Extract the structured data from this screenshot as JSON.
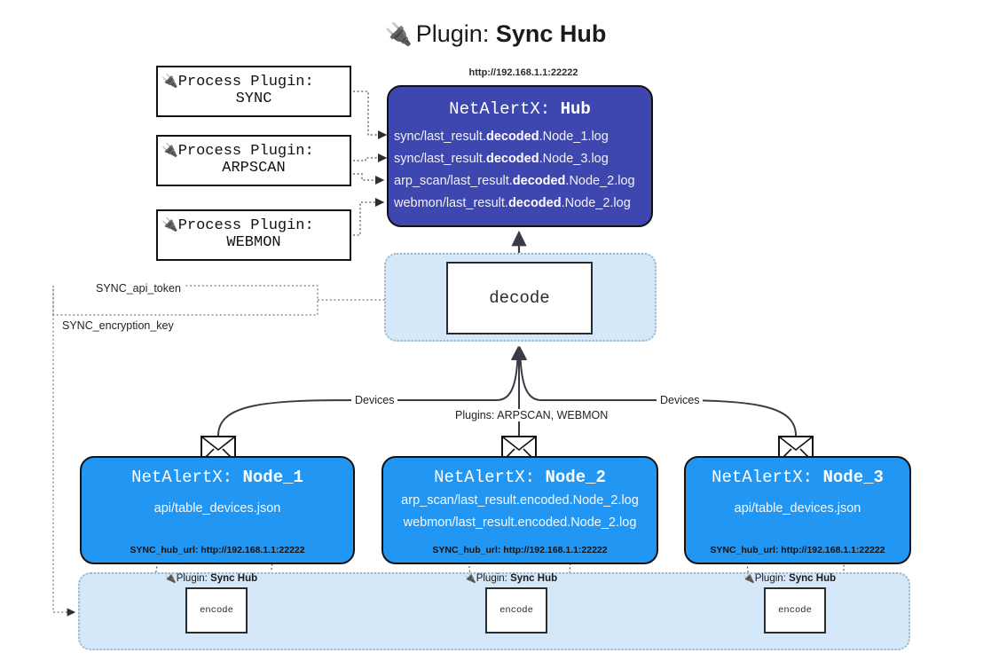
{
  "page": {
    "title_prefix": "Plugin:",
    "title_strong": "Sync Hub",
    "plug_icon": "plug-icon"
  },
  "process_plugins": [
    {
      "line1": "Process Plugin:",
      "line2": "SYNC"
    },
    {
      "line1": "Process Plugin:",
      "line2": "ARPSCAN"
    },
    {
      "line1": "Process Plugin:",
      "line2": "WEBMON"
    }
  ],
  "hub": {
    "url": "http://192.168.1.1:22222",
    "title_prefix": "NetAlertX:",
    "title_strong": "Hub",
    "logs": [
      {
        "pre": "sync/last_result.",
        "strong": "decoded",
        "post": ".Node_1.log"
      },
      {
        "pre": "sync/last_result.",
        "strong": "decoded",
        "post": ".Node_3.log"
      },
      {
        "pre": "arp_scan/last_result.",
        "strong": "decoded",
        "post": ".Node_2.log"
      },
      {
        "pre": "webmon/last_result.",
        "strong": "decoded",
        "post": ".Node_2.log"
      }
    ],
    "color": "#3e46b0"
  },
  "decode": {
    "label": "decode"
  },
  "secrets": [
    {
      "label": "SYNC_api_token"
    },
    {
      "label": "SYNC_encryption_key"
    }
  ],
  "edge_labels": {
    "devices_left": "Devices",
    "devices_right": "Devices",
    "plugins_mid": "Plugins: ARPSCAN, WEBMON"
  },
  "nodes": [
    {
      "title_prefix": "NetAlertX:",
      "title_strong": "Node_1",
      "paths": [
        {
          "text": "api/table_devices.json"
        }
      ],
      "hub_url": "SYNC_hub_url: http://192.168.1.1:22222",
      "color": "#2196f3"
    },
    {
      "title_prefix": "NetAlertX:",
      "title_strong": "Node_2",
      "paths": [
        {
          "text": "arp_scan/last_result.encoded.Node_2.log"
        },
        {
          "text": "webmon/last_result.encoded.Node_2.log"
        }
      ],
      "hub_url": "SYNC_hub_url: http://192.168.1.1:22222",
      "color": "#2196f3"
    },
    {
      "title_prefix": "NetAlertX:",
      "title_strong": "Node_3",
      "paths": [
        {
          "text": "api/table_devices.json"
        }
      ],
      "hub_url": "SYNC_hub_url: http://192.168.1.1:22222",
      "color": "#2196f3"
    }
  ],
  "encoders": [
    {
      "label": "encode",
      "plugin_prefix": "Plugin:",
      "plugin_strong": "Sync Hub"
    },
    {
      "label": "encode",
      "plugin_prefix": "Plugin:",
      "plugin_strong": "Sync Hub"
    },
    {
      "label": "encode",
      "plugin_prefix": "Plugin:",
      "plugin_strong": "Sync Hub"
    }
  ],
  "colors": {
    "hub": "#3e46b0",
    "node": "#2196f3",
    "pane": "#d4e8fa",
    "stroke": "#111111"
  }
}
